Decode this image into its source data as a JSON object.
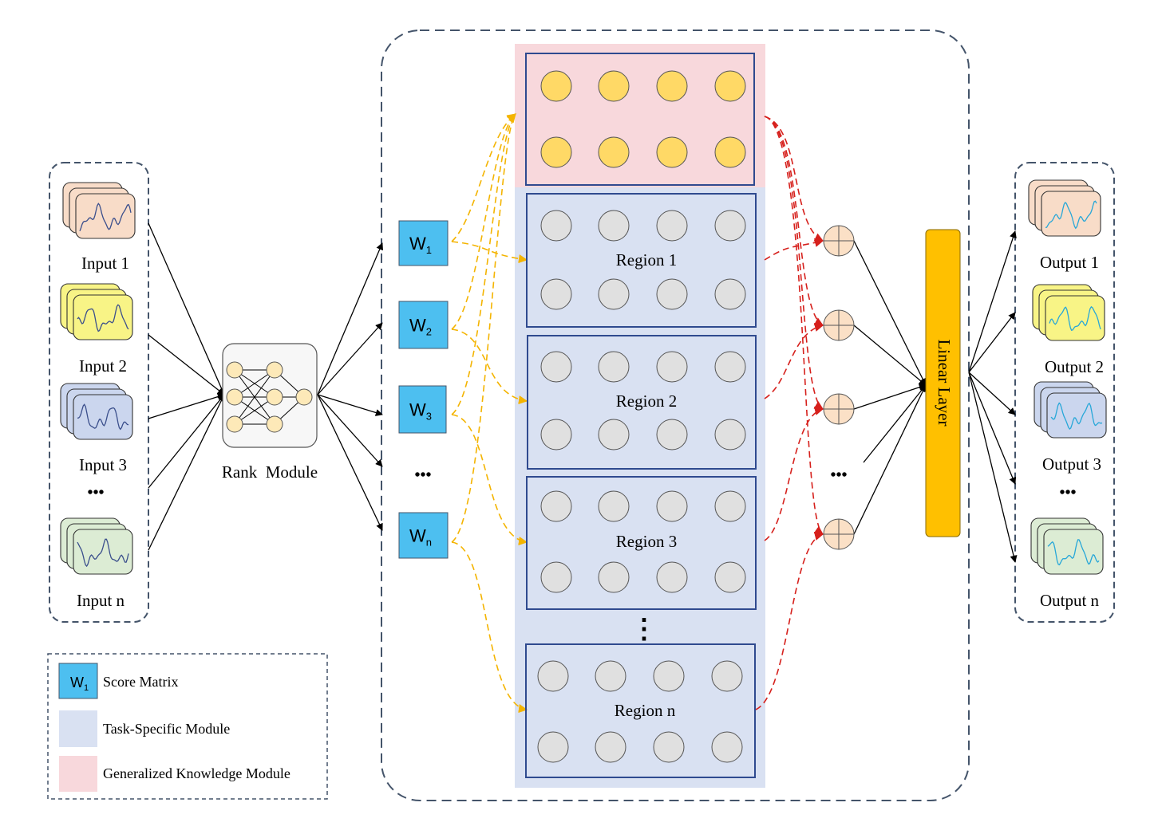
{
  "inputs": {
    "labels": [
      "Input 1",
      "Input 2",
      "Input 3",
      "Input n"
    ],
    "ellipsis": "•••"
  },
  "rank_module": {
    "label": "Rank  Module"
  },
  "score_weights": {
    "letter": "W",
    "subscripts": [
      "1",
      "2",
      "3",
      "n"
    ],
    "ellipsis": "•••"
  },
  "regions": {
    "labels": [
      "Region 1",
      "Region 2",
      "Region 3",
      "Region n"
    ],
    "vertical_ellipsis": "⋮"
  },
  "adders": {
    "symbol": "⊕",
    "ellipsis": "•••"
  },
  "linear_layer": {
    "label": "Linear Layer"
  },
  "outputs": {
    "labels": [
      "Output 1",
      "Output 2",
      "Output 3",
      "Output n"
    ],
    "ellipsis": "•••"
  },
  "legend": {
    "w_letter": "W",
    "w_subscript": "1",
    "items": [
      "Score Matrix",
      "Task-Specific Module",
      "Generalized Knowledge Module"
    ]
  },
  "colors": {
    "input_1": "#f8dcc8",
    "input_2": "#f8f486",
    "input_3": "#cbd6ee",
    "input_n": "#dcecd4",
    "output_1": "#f8dcc8",
    "output_2": "#f8f486",
    "output_3": "#cbd6ee",
    "output_n": "#dcecd4",
    "input_wave": "#3b4f8c",
    "output_wave": "#27a7d8",
    "score_matrix": "#4dbff0",
    "task_specific": "#d9e1f2",
    "generalized_knowledge": "#f8d8dc",
    "knowledge_node": "#ffd966",
    "region_node": "#e0e0e0",
    "rank_node": "#fde9b8",
    "adder": "#fbe0c6",
    "linear_layer": "#ffc000",
    "yellow_flow": "#f4b400",
    "red_flow": "#d6201c",
    "frame_border": "#44546a",
    "region_border": "#2f4a8f"
  }
}
